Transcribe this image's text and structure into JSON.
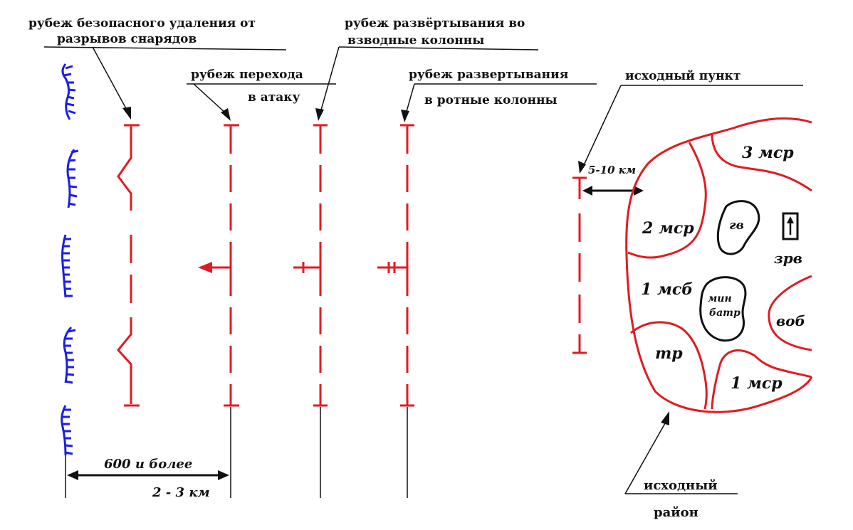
{
  "labels": {
    "safe_line_1": "рубеж безопасного удаления от",
    "safe_line_2": "разрывов снарядов",
    "platoon_line_1": "рубеж развёртывания во",
    "platoon_line_2": "взводные колонны",
    "attack_line_1": "рубеж перехода",
    "attack_line_2": "в атаку",
    "company_line_1": "рубеж развертывания",
    "company_line_2": "в ротные колонны",
    "start_point": "исходный пункт",
    "dist_5_10": "5-10 км",
    "dist_600": "600 и более",
    "dist_2_3": "2 - 3 км",
    "area_1": "исходный",
    "area_2": "район"
  },
  "units": {
    "msr3": "3 мср",
    "msr2": "2 мср",
    "gv": "гв",
    "zrv": "зрв",
    "msb1": "1 мсб",
    "min_1": "мин",
    "min_2": "батр",
    "vob": "воб",
    "tr": "тр",
    "msr1": "1 мср"
  }
}
